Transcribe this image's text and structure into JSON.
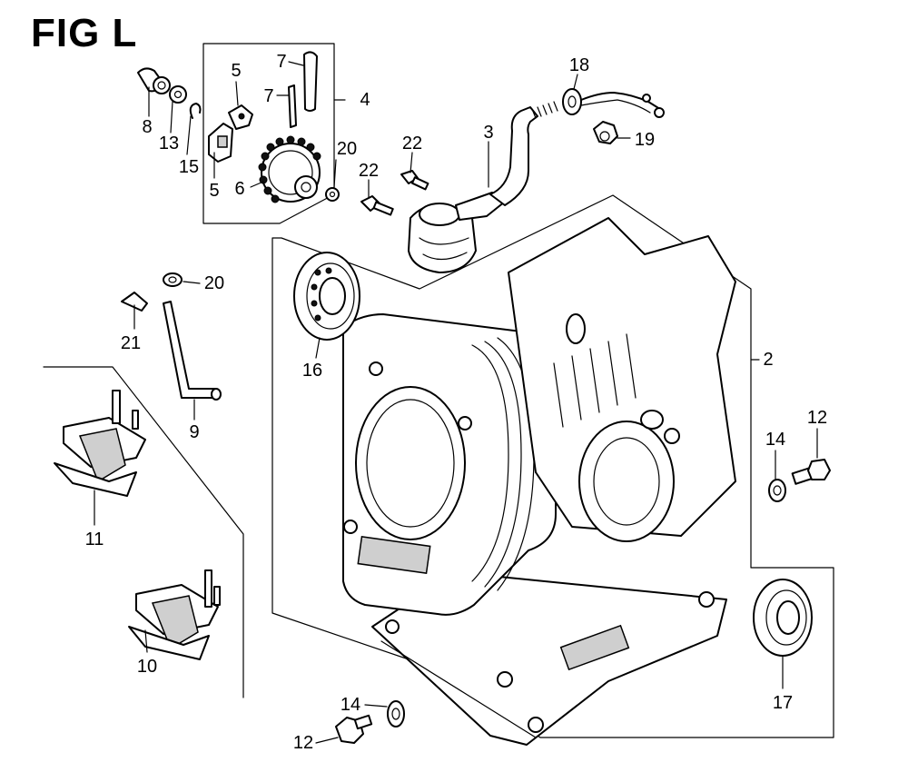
{
  "figure": {
    "title": "FIG L",
    "line_color": "#000000",
    "background": "#ffffff"
  },
  "callouts": [
    {
      "id": "c2",
      "number": "2"
    },
    {
      "id": "c3",
      "number": "3"
    },
    {
      "id": "c4",
      "number": "4"
    },
    {
      "id": "c5a",
      "number": "5"
    },
    {
      "id": "c5b",
      "number": "5"
    },
    {
      "id": "c6",
      "number": "6"
    },
    {
      "id": "c7a",
      "number": "7"
    },
    {
      "id": "c7b",
      "number": "7"
    },
    {
      "id": "c8",
      "number": "8"
    },
    {
      "id": "c9",
      "number": "9"
    },
    {
      "id": "c10",
      "number": "10"
    },
    {
      "id": "c11",
      "number": "11"
    },
    {
      "id": "c12a",
      "number": "12"
    },
    {
      "id": "c12b",
      "number": "12"
    },
    {
      "id": "c13",
      "number": "13"
    },
    {
      "id": "c14a",
      "number": "14"
    },
    {
      "id": "c14b",
      "number": "14"
    },
    {
      "id": "c15",
      "number": "15"
    },
    {
      "id": "c16",
      "number": "16"
    },
    {
      "id": "c17",
      "number": "17"
    },
    {
      "id": "c18",
      "number": "18"
    },
    {
      "id": "c19",
      "number": "19"
    },
    {
      "id": "c20a",
      "number": "20"
    },
    {
      "id": "c20b",
      "number": "20"
    },
    {
      "id": "c21",
      "number": "21"
    },
    {
      "id": "c22a",
      "number": "22"
    },
    {
      "id": "c22b",
      "number": "22"
    }
  ]
}
